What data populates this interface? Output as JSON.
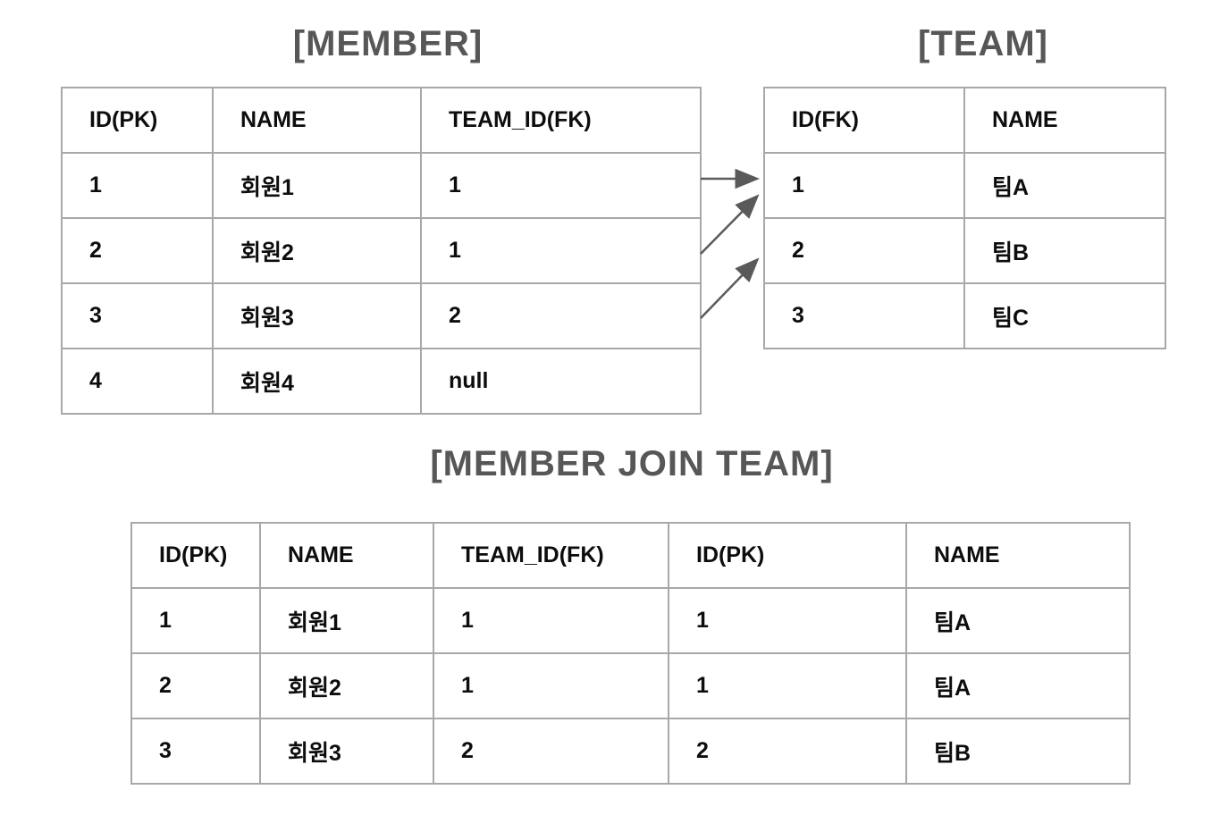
{
  "colors": {
    "background": "#ffffff",
    "title_text": "#575757",
    "table_border": "#a8a8a8",
    "cell_text": "#0d0d0d",
    "arrow": "#5a5a5a"
  },
  "tables": {
    "member": {
      "title": "[MEMBER]",
      "headers": [
        "ID(PK)",
        "NAME",
        "TEAM_ID(FK)"
      ],
      "rows": [
        [
          "1",
          "회원1",
          "1"
        ],
        [
          "2",
          "회원2",
          "1"
        ],
        [
          "3",
          "회원3",
          "2"
        ],
        [
          "4",
          "회원4",
          "null"
        ]
      ]
    },
    "team": {
      "title": "[TEAM]",
      "headers": [
        "ID(FK)",
        "NAME"
      ],
      "rows": [
        [
          "1",
          "팀A"
        ],
        [
          "2",
          "팀B"
        ],
        [
          "3",
          "팀C"
        ]
      ]
    },
    "join": {
      "title": "[MEMBER JOIN TEAM]",
      "headers": [
        "ID(PK)",
        "NAME",
        "TEAM_ID(FK)",
        "ID(PK)",
        "NAME"
      ],
      "rows": [
        [
          "1",
          "회원1",
          "1",
          "1",
          "팀A"
        ],
        [
          "2",
          "회원2",
          "1",
          "1",
          "팀A"
        ],
        [
          "3",
          "회원3",
          "2",
          "2",
          "팀B"
        ]
      ]
    }
  },
  "relationships": [
    {
      "from_table": "MEMBER",
      "from_row_id": "1",
      "fk_value": "1",
      "to_table": "TEAM",
      "to_row_id": "1"
    },
    {
      "from_table": "MEMBER",
      "from_row_id": "2",
      "fk_value": "1",
      "to_table": "TEAM",
      "to_row_id": "1"
    },
    {
      "from_table": "MEMBER",
      "from_row_id": "3",
      "fk_value": "2",
      "to_table": "TEAM",
      "to_row_id": "2"
    }
  ]
}
